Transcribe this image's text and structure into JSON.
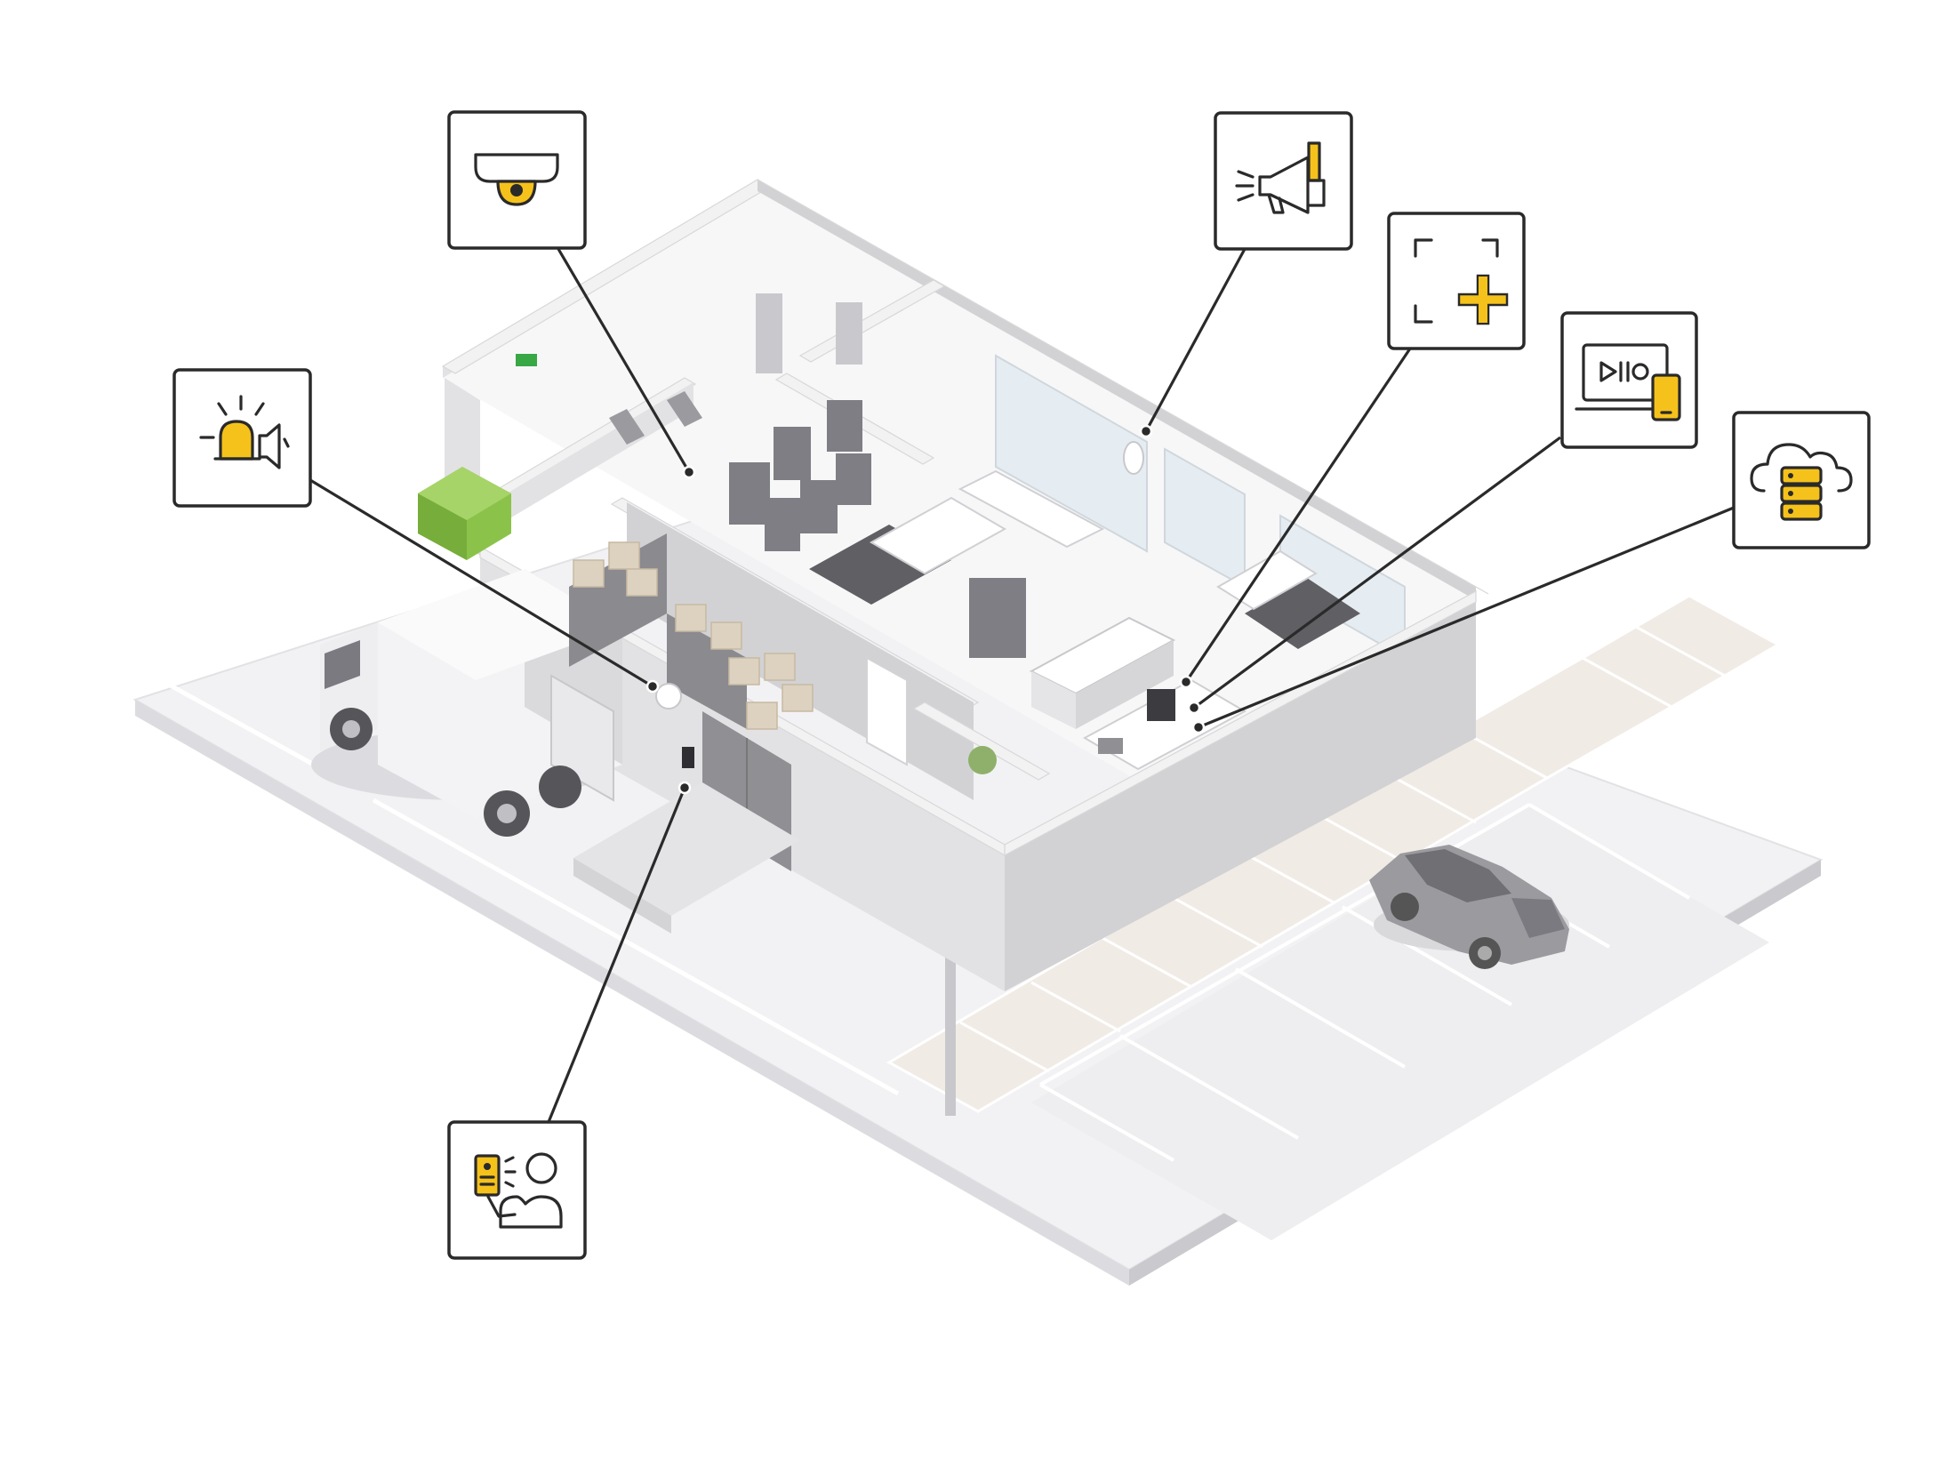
{
  "diagram": {
    "colors": {
      "accent": "#f5c21b",
      "ink": "#2a2a2a",
      "ground": "#f0f0f2",
      "sidewalk": "#f1ebe5",
      "dumpster": "#8bc34a",
      "building_light": "#ececee",
      "building_shadow": "#d4d4d7"
    },
    "scene": "isometric-retail-store-cutaway",
    "callouts": [
      {
        "id": "dome-camera",
        "icon": "dome-camera-icon"
      },
      {
        "id": "strobe-siren",
        "icon": "strobe-siren-icon"
      },
      {
        "id": "intercom",
        "icon": "intercom-icon"
      },
      {
        "id": "network-speaker",
        "icon": "network-speaker-icon"
      },
      {
        "id": "door-controller",
        "icon": "scan-plus-icon"
      },
      {
        "id": "video-management",
        "icon": "video-management-icon"
      },
      {
        "id": "cloud-storage",
        "icon": "cloud-storage-icon"
      }
    ]
  }
}
